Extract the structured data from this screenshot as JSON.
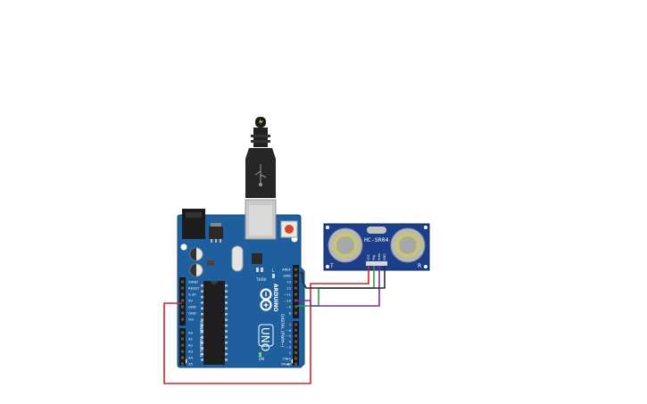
{
  "arduino": {
    "brand": "ARDUINO",
    "model": "UNO",
    "on_label": "ON",
    "power_section": "POWER",
    "analog_section": "ANALOG IN",
    "digital_section": "DIGITAL (PWM~)",
    "tx_label": "TX",
    "rx_label": "RX",
    "l_label": "L",
    "power_pins": [
      "IOREF",
      "RESET",
      "3.3V",
      "5V",
      "GND",
      "GND",
      "Vin"
    ],
    "analog_pins": [
      "A0",
      "A1",
      "A2",
      "A3",
      "A4",
      "A5"
    ],
    "digital_top": [
      "AREF",
      "GND",
      "13",
      "12",
      "~11",
      "~10",
      "~9",
      "8"
    ],
    "digital_bottom": [
      "7",
      "~6",
      "~5",
      "4",
      "~3",
      "2",
      "TX▸1",
      "RX◀0"
    ]
  },
  "sensor": {
    "model": "HC-SR04",
    "left_mark": "T",
    "right_mark": "R",
    "pins": [
      "VCC",
      "Trig",
      "Echo",
      "GND"
    ]
  },
  "colors": {
    "board": "#1f5f9e",
    "board_dark": "#154a7d",
    "sensor": "#1b3f8a",
    "wire_red": "#c9252b",
    "wire_black": "#2b2b2b",
    "wire_green": "#3a9a3a",
    "wire_purple": "#7b2fa0"
  }
}
